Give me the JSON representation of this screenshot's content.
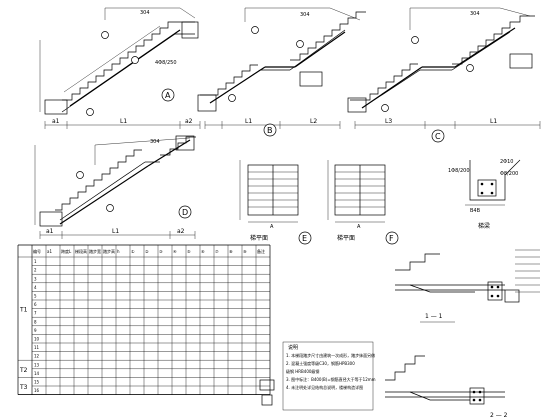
{
  "diagram": {
    "detail_labels": [
      "A",
      "B",
      "C",
      "D",
      "E",
      "F"
    ],
    "span_labels": {
      "a_left": "a1",
      "a_right": "a2",
      "l1": "L1",
      "l2": "L2",
      "l3": "L3"
    },
    "dims": {
      "a_top": "304",
      "a_side": "4Φ8/250",
      "b_top": "304",
      "c_top": "304",
      "d_top": "304",
      "f_top1": "2Φ10",
      "f_top2": "1Φ8/200",
      "f_top3": "Φ8/200",
      "f_bottom": "B4B"
    },
    "section_labels": {
      "e_caption": "梯平面",
      "f_caption": "梯平面",
      "side_caption": "梯梁",
      "section_11": "1 — 1",
      "section_22": "2 — 2"
    },
    "table": {
      "group_labels": [
        "T1",
        "T2",
        "T3"
      ],
      "header": [
        "编号",
        "a1",
        "跨度L",
        "梯段高",
        "踏步宽",
        "踏步高",
        "h",
        "①",
        "②",
        "③",
        "④",
        "⑤",
        "⑥",
        "⑦",
        "⑧",
        "⑨",
        "备注"
      ],
      "row_ids": [
        "1",
        "2",
        "3",
        "4",
        "5",
        "6",
        "7",
        "8",
        "9",
        "10",
        "11",
        "12",
        "13",
        "14",
        "15",
        "16"
      ]
    },
    "notes": {
      "title": "说明",
      "lines": [
        "1. 本梯段踏步尺寸由建筑一次成形，踏步抹面另做",
        "2. 混凝土强度等级C30，钢筋HPB300",
        "   级钢  HRB400级钢",
        "3. 图中标注：B400(B)=钢筋直径大于等于12mm",
        "4. 未注明处详见结构总说明，楼梯构造详图"
      ]
    }
  }
}
